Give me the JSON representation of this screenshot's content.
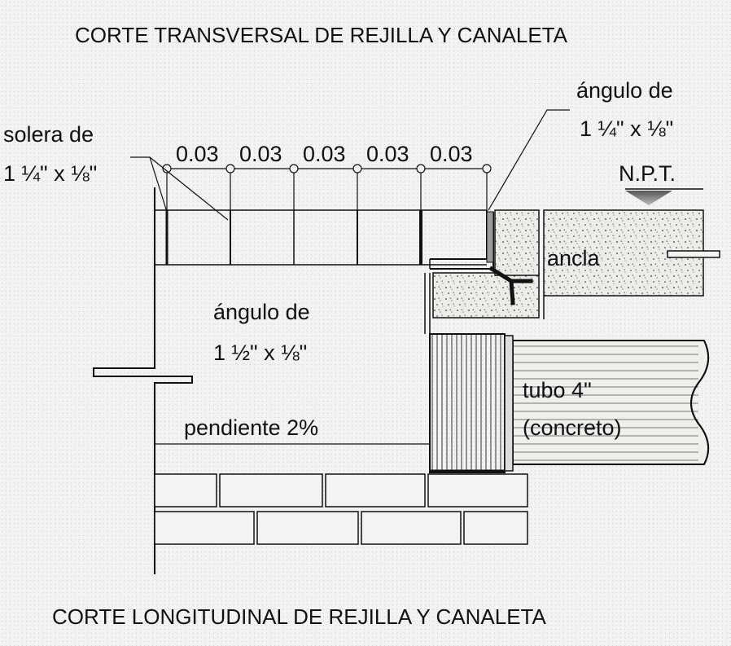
{
  "title_top": "CORTE TRANSVERSAL DE REJILLA Y CANALETA",
  "title_bottom": "CORTE LONGITUDINAL DE REJILLA Y CANALETA",
  "labels": {
    "solera_line1": "solera de",
    "solera_line2": "1 ¼\" x ⅛\"",
    "angulo_small_line1": "ángulo de",
    "angulo_small_line2": "1 ¼\" x ⅛\"",
    "angulo_large_line1": "ángulo de",
    "angulo_large_line2": "1 ½\" x ⅛\"",
    "npt": "N.P.T.",
    "ancla": "ancla",
    "tubo_line1": "tubo 4\"",
    "tubo_line2": "(concreto)",
    "pendiente": "pendiente 2%"
  },
  "dimensions": [
    "0.03",
    "0.03",
    "0.03",
    "0.03",
    "0.03"
  ],
  "colors": {
    "line": "#111111",
    "concrete": "#e8e8e4",
    "background": "#f3f3f1"
  }
}
